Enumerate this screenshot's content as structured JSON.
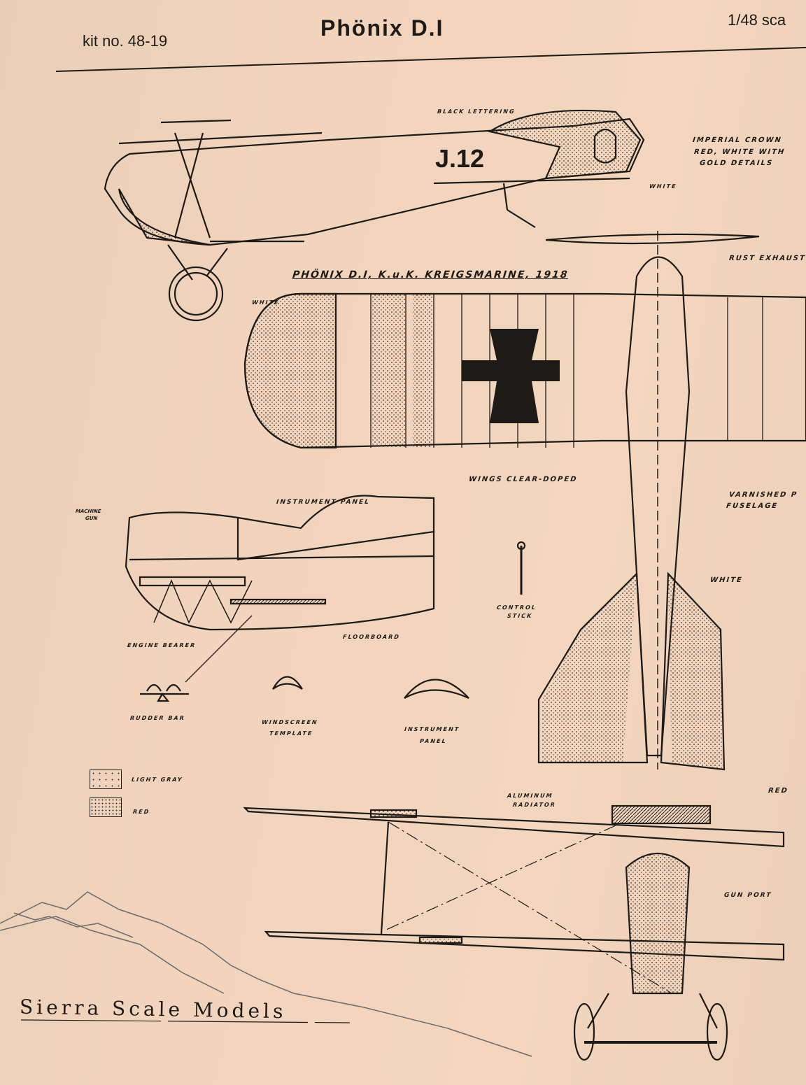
{
  "header": {
    "kit_number": "kit no. 48-19",
    "title": "Phönix D.I",
    "scale": "1/48 sca"
  },
  "side_view": {
    "registration": "J.12",
    "label_black_lettering": "BLACK LETTERING",
    "label_crown": [
      "IMPERIAL CROWN",
      "RED, WHITE WITH",
      "GOLD DETAILS"
    ],
    "label_white": "WHITE"
  },
  "caption": "PHÖNIX D.I, K.u.K. KREIGSMARINE, 1918",
  "top_view": {
    "label_rust_exhaust": "RUST EXHAUST",
    "label_white_wingtip": "WHITE",
    "label_wings": "WINGS CLEAR-DOPED",
    "label_fuselage": [
      "VARNISHED P",
      "FUSELAGE"
    ],
    "label_white_tail": "WHITE",
    "label_red": "RED"
  },
  "cockpit_detail": {
    "label_machine_gun": [
      "MACHINE",
      "GUN"
    ],
    "label_instrument_panel": "INSTRUMENT PANEL",
    "label_engine_bearer": "ENGINE BEARER",
    "label_floorboard": "FLOORBOARD",
    "label_control_stick": [
      "CONTROL",
      "STICK"
    ],
    "label_rudder_bar": "RUDDER BAR",
    "label_windscreen": [
      "WINDSCREEN",
      "TEMPLATE"
    ],
    "label_instrument_panel_2": [
      "INSTRUMENT",
      "PANEL"
    ]
  },
  "legend": [
    {
      "label": "LIGHT GRAY"
    },
    {
      "label": "RED"
    }
  ],
  "front_view": {
    "label_radiator": [
      "ALUMINUM",
      "RADIATOR"
    ],
    "label_gun_port": "GUN PORT"
  },
  "brand": "Sierra Scale Models",
  "colors": {
    "paper": "#f1d4bb",
    "ink": "#1e1a18"
  }
}
